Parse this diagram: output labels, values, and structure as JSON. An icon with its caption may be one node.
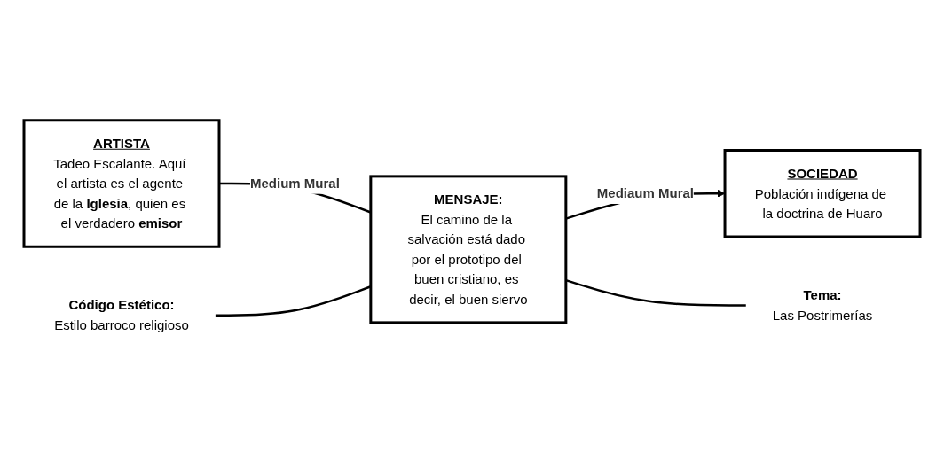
{
  "diagram": {
    "nodes": [
      {
        "text": [
          "ARTISTA",
          "Tadeo Escalante. Aquí el artista es el agente de la **Iglesia**, quien es el verdadero **emisor**"
        ]
      },
      {
        "text": [
          "MENSAJE:",
          "El camino de la salvación está dado por el prototipo del buen cristiano, es decir, el buen siervo"
        ]
      },
      {
        "text": [
          "SOCIEDAD",
          "Población indígena de la doctrina de Huaro"
        ]
      },
      {
        "text": [
          "Código Estético:",
          "Estilo barroco religioso"
        ]
      },
      {
        "text": [
          "Tema:",
          "Las Postrimerías"
        ]
      }
    ],
    "edges": [
      {
        "from": 0,
        "to": 1,
        "arrow": "none",
        "label": "Medium Mural"
      },
      {
        "from": 1,
        "to": 2,
        "arrow": "to",
        "label": "Mediaum Mural"
      },
      {
        "from": 3,
        "to": 1,
        "arrow": "none"
      },
      {
        "from": 1,
        "to": 4,
        "arrow": "none"
      }
    ]
  }
}
